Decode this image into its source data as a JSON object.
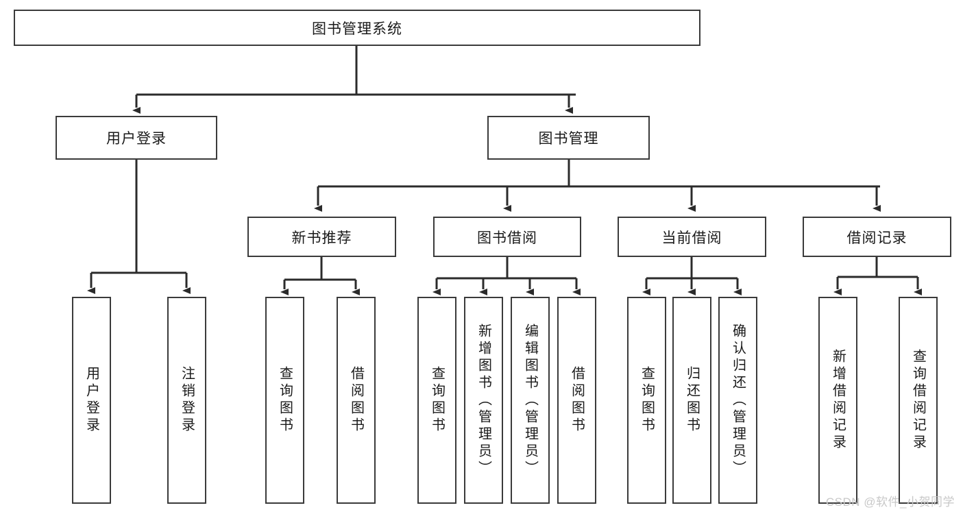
{
  "diagram": {
    "title": "图书管理系统",
    "type": "hierarchy-tree",
    "watermark": "CSDN @软件_小贺同学",
    "colors": {
      "box_border": "#3a3a3a",
      "box_fill": "#ffffff",
      "connector": "#2b2b2b",
      "text": "#1a1a1a",
      "watermark": "#c8c8c8"
    },
    "nodes": {
      "root": {
        "label": "图书管理系统"
      },
      "level1": [
        {
          "id": "user-login",
          "label": "用户登录"
        },
        {
          "id": "book-management",
          "label": "图书管理"
        }
      ],
      "level2": [
        {
          "id": "new-book-recommend",
          "label": "新书推荐"
        },
        {
          "id": "book-borrow",
          "label": "图书借阅"
        },
        {
          "id": "current-borrow",
          "label": "当前借阅"
        },
        {
          "id": "borrow-record",
          "label": "借阅记录"
        }
      ],
      "leaves": {
        "user-login": [
          {
            "id": "leaf-user-login",
            "label": "用户登录"
          },
          {
            "id": "leaf-user-logout",
            "label": "注销登录"
          }
        ],
        "new-book-recommend": [
          {
            "id": "leaf-query-book-1",
            "label": "查询图书"
          },
          {
            "id": "leaf-borrow-book-1",
            "label": "借阅图书"
          }
        ],
        "book-borrow": [
          {
            "id": "leaf-query-book-2",
            "label": "查询图书"
          },
          {
            "id": "leaf-add-book",
            "label": "新增图书（管理员）"
          },
          {
            "id": "leaf-edit-book",
            "label": "编辑图书（管理员）"
          },
          {
            "id": "leaf-borrow-book-2",
            "label": "借阅图书"
          }
        ],
        "current-borrow": [
          {
            "id": "leaf-query-book-3",
            "label": "查询图书"
          },
          {
            "id": "leaf-return-book",
            "label": "归还图书"
          },
          {
            "id": "leaf-confirm-return",
            "label": "确认归还（管理员）"
          }
        ],
        "borrow-record": [
          {
            "id": "leaf-add-record",
            "label": "新增借阅记录"
          },
          {
            "id": "leaf-query-record",
            "label": "查询借阅记录"
          }
        ]
      }
    }
  }
}
